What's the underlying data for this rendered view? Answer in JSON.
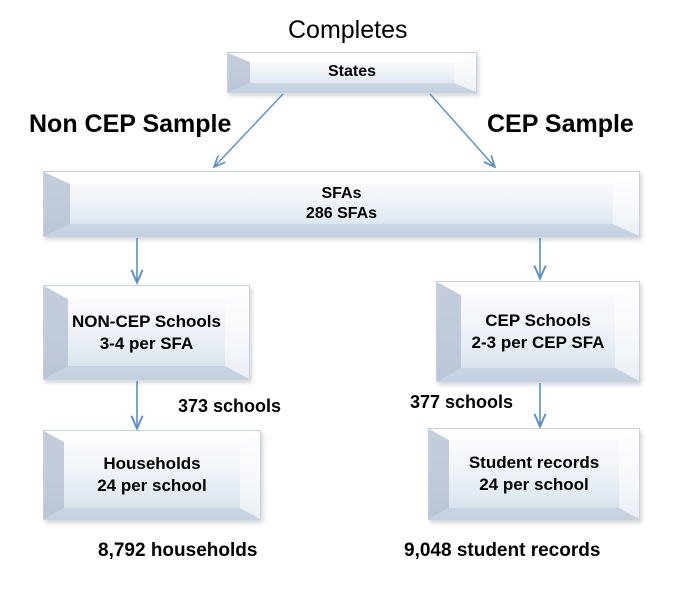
{
  "diagram": {
    "title": "Completes",
    "accent_color": "#5b8fc7",
    "box_fill_top": "#fdfdfe",
    "box_fill_bottom": "#cfdae8",
    "text_color": "#000000",
    "branch_labels": {
      "left": "Non CEP Sample",
      "right": "CEP Sample"
    },
    "nodes": {
      "states": {
        "line1": "States"
      },
      "sfas": {
        "line1": "SFAs",
        "line2": "286 SFAs"
      },
      "non_cep_schools": {
        "line1": "NON-CEP Schools",
        "line2": "3-4 per SFA"
      },
      "cep_schools": {
        "line1": "CEP Schools",
        "line2": "2-3 per CEP SFA"
      },
      "households": {
        "line1": "Households",
        "line2": "24 per school"
      },
      "student_records": {
        "line1": "Student records",
        "line2": "24 per school"
      }
    },
    "edge_counts": {
      "non_cep_schools_count": "373 schools",
      "cep_schools_count": "377 schools",
      "households_count": "8,792 households",
      "student_records_count": "9,048 student records"
    }
  }
}
